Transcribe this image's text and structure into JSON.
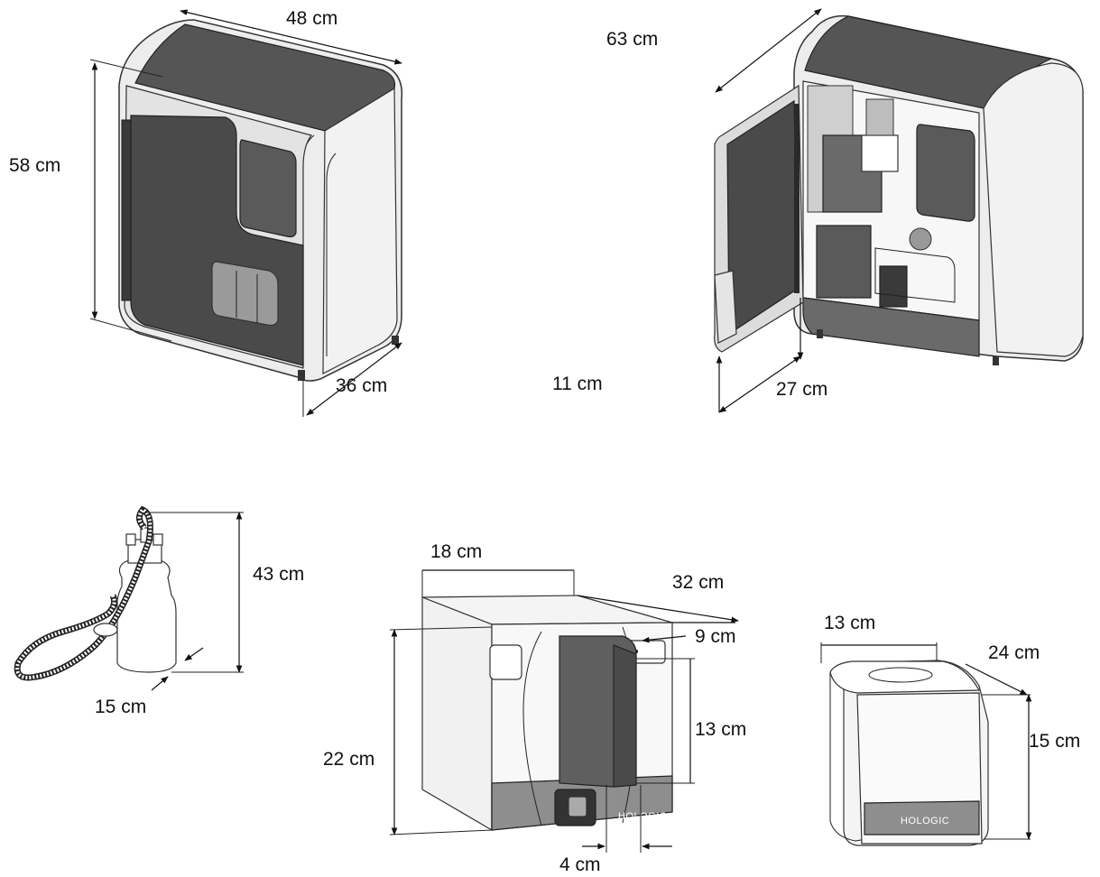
{
  "instrument_closed": {
    "width_label": "48 cm",
    "height_label": "58 cm",
    "depth_label": "36 cm"
  },
  "instrument_open": {
    "depth_label": "63 cm",
    "foot_label": "11 cm",
    "door_label": "27 cm"
  },
  "bottle": {
    "height_label": "43 cm",
    "diameter_label": "15 cm"
  },
  "module_large": {
    "width_label": "18 cm",
    "depth_label": "32 cm",
    "offset_label": "9 cm",
    "panel_height_label": "13 cm",
    "height_label": "22 cm",
    "bottom_label": "4 cm",
    "brand": "HOLOGIC"
  },
  "module_small": {
    "width_label": "13 cm",
    "depth_label": "24 cm",
    "height_label": "15 cm",
    "brand": "HOLOGIC"
  },
  "colors": {
    "line": "#111111",
    "panel_dark": "#4a4a4a",
    "body_light": "#ededed"
  }
}
